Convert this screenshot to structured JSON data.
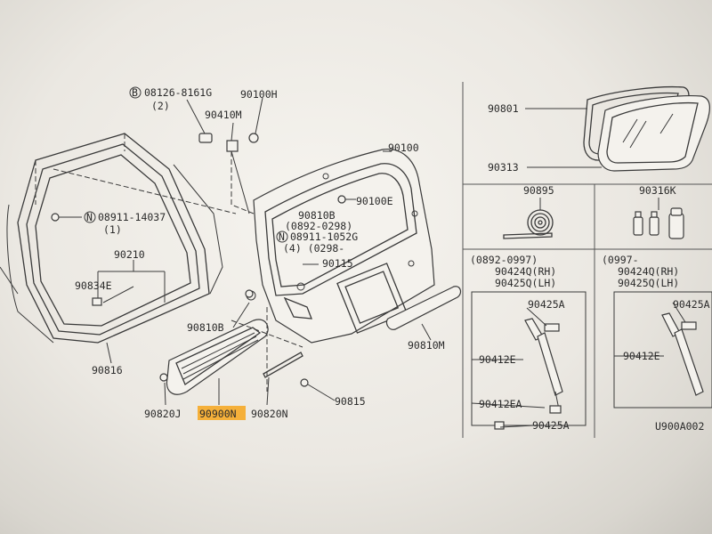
{
  "labels": {
    "p08126": "08126-8161G",
    "p08126_qty": "(2)",
    "p90100H": "90100H",
    "p90410M": "90410M",
    "p90100": "90100",
    "p90100E": "90100E",
    "p90810B_top": "90810B",
    "p0892_0298": "(0892-0298)",
    "p08911_1052G": "08911-1052G",
    "p4_0298": "(4) (0298-",
    "p90115": "90115",
    "p08911_14037": "08911-14037",
    "p08911_qty": "(1)",
    "p90210": "90210",
    "p90834E": "90834E",
    "p90816": "90816",
    "p90810B_bottom": "90810B",
    "p90810M": "90810M",
    "p90820J": "90820J",
    "p90900N": "90900N",
    "p90820N": "90820N",
    "p90815": "90815",
    "p90801": "90801",
    "p90313": "90313",
    "p90895": "90895",
    "p90316K": "90316K",
    "p0892_0997": "(0892-0997)",
    "p90424Q_rh_a": "90424Q(RH)",
    "p90425Q_lh_a": "90425Q(LH)",
    "p90425A_top_a": "90425A",
    "p90412E_a": "90412E",
    "p90412EA": "90412EA",
    "p90425A_bottom": "90425A",
    "p0997": "(0997-",
    "p90424Q_rh_b": "90424Q(RH)",
    "p90425Q_lh_b": "90425Q(LH)",
    "p90425A_top_b": "90425A",
    "p90412E_b": "90412E",
    "diagram_code": "U900A002"
  },
  "markers": {
    "b_circle": "B",
    "n_circle_1": "N",
    "n_circle_2": "N"
  },
  "highlight_part": "90900N",
  "colors": {
    "highlight": "#f5b03a",
    "line": "#3a3a3a",
    "background": "#efede8"
  }
}
